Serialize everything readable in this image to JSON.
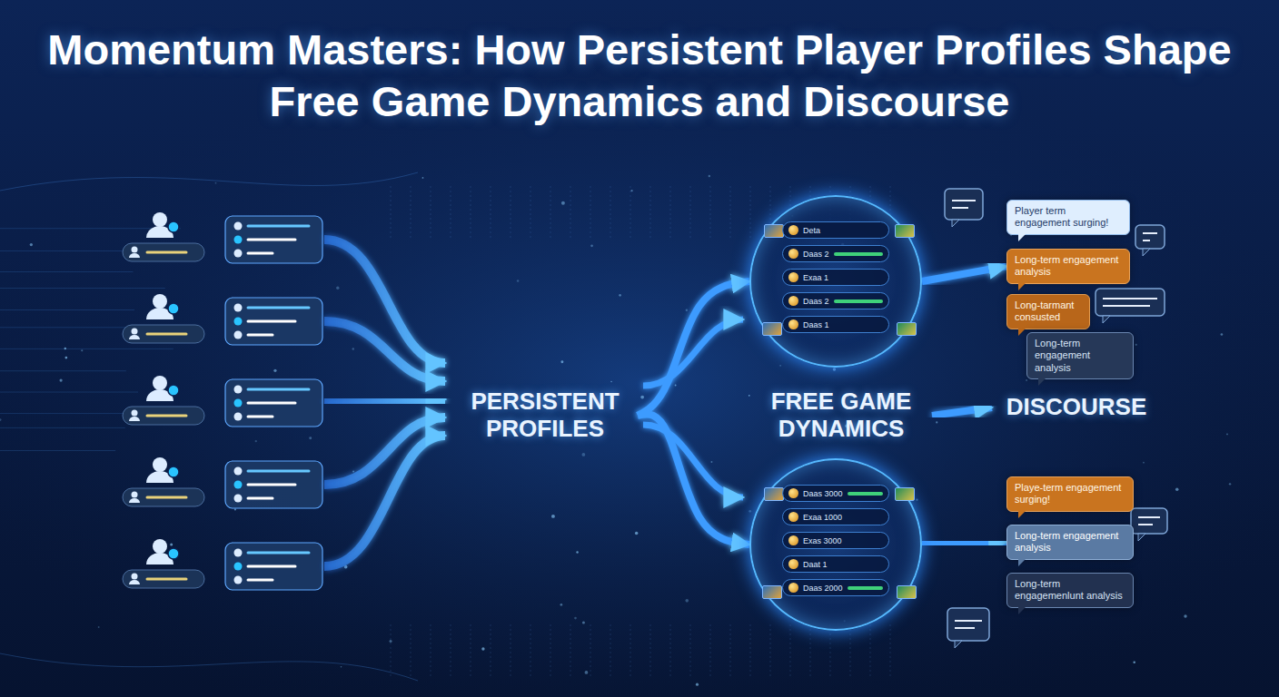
{
  "diagram": {
    "title": "Momentum Masters: How Persistent Player Profiles Shape Free Game Dynamics and Discourse",
    "nodes": [
      {
        "text": [
          "PERSISTENT PROFILES"
        ]
      },
      {
        "text": [
          "Deta",
          "Daas 2",
          "Exaa 1",
          "Daas 2",
          "Daas 1"
        ]
      },
      {
        "text": [
          "FREE GAME DYNAMICS"
        ]
      },
      {
        "text": [
          "DISCOURSE"
        ]
      },
      {
        "text": [
          "Daas 3000",
          "Exaa 1000",
          "Exas 3000",
          "Daat 1",
          "Daas 2000"
        ]
      },
      {
        "text": [
          "Player term engagement surging!"
        ]
      },
      {
        "text": [
          "Long-term engagement analysis"
        ]
      },
      {
        "text": [
          "Long-tarmant consusted"
        ]
      },
      {
        "text": [
          "Long-term engagement analysis"
        ]
      },
      {
        "text": [
          "Playe-term engagement surging!"
        ]
      },
      {
        "text": [
          "Long-term engagement analysis"
        ]
      },
      {
        "text": [
          "Long-term engagemenlunt analysis"
        ]
      }
    ],
    "edges": [
      {
        "from": 0,
        "to": 1,
        "arrow": "to"
      },
      {
        "from": 0,
        "to": 2,
        "arrow": "to"
      },
      {
        "from": 0,
        "to": 4,
        "arrow": "to"
      },
      {
        "from": 2,
        "to": 3,
        "arrow": "to"
      },
      {
        "from": 1,
        "to": 6,
        "arrow": "to"
      },
      {
        "from": 4,
        "to": 10,
        "arrow": "to"
      }
    ]
  }
}
